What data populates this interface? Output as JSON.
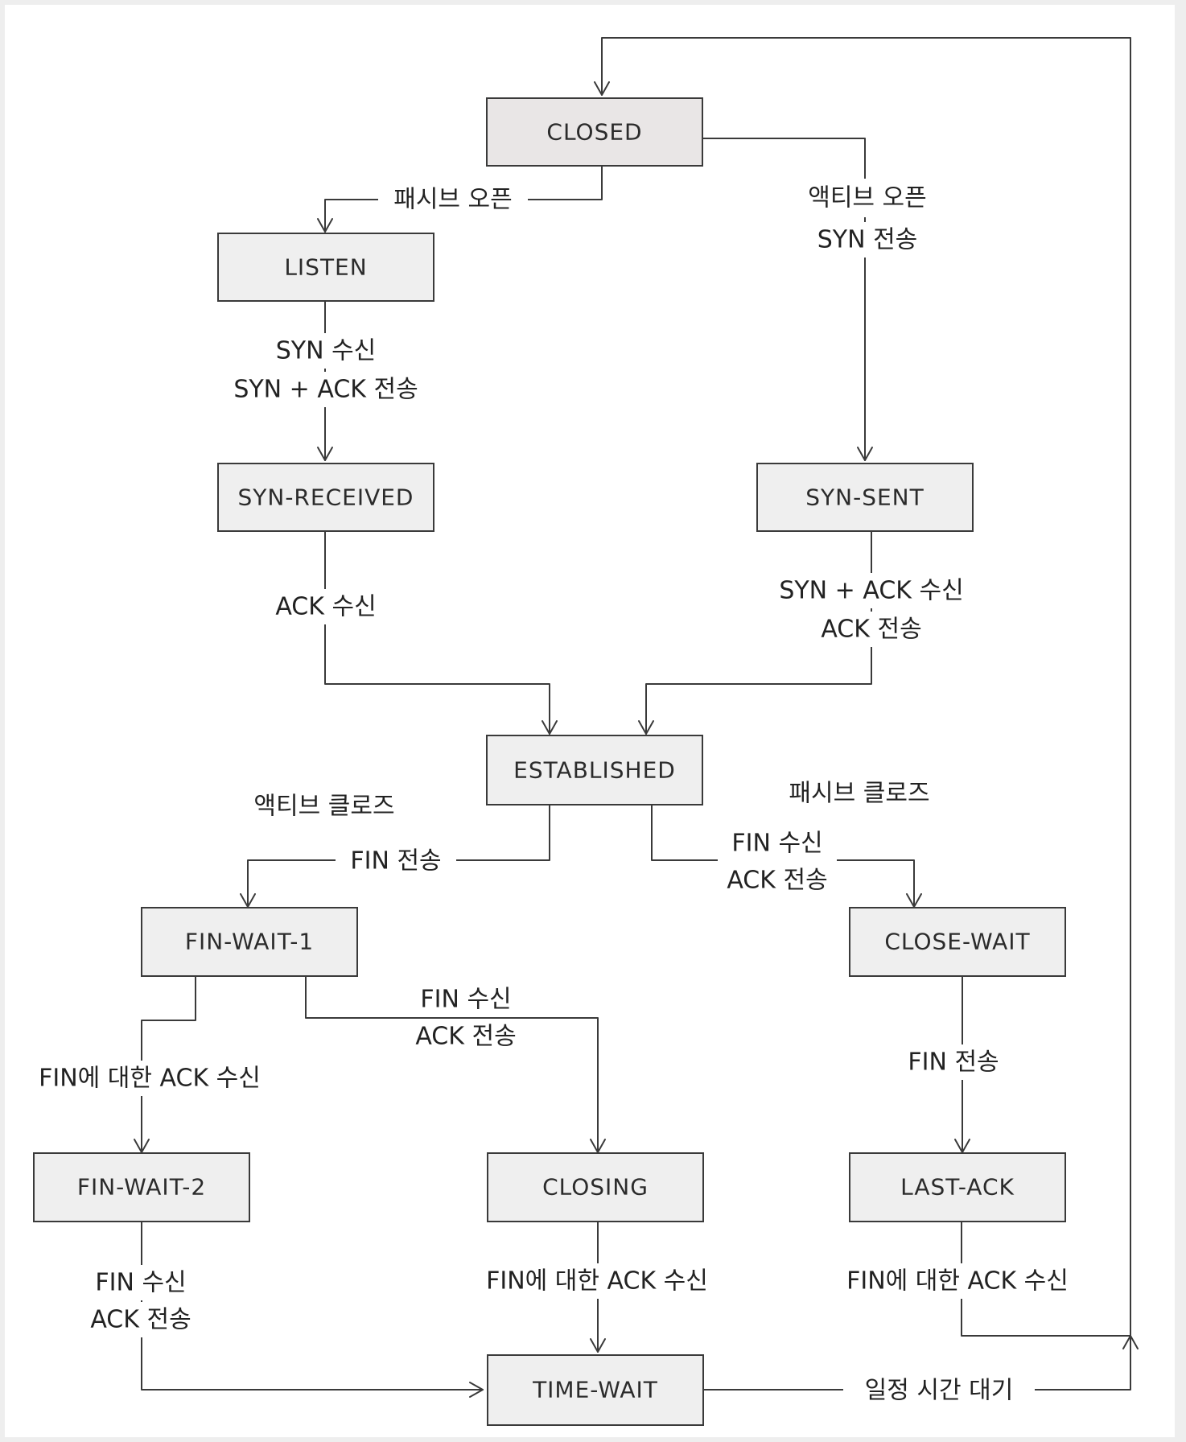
{
  "diagram": {
    "states": {
      "closed": "CLOSED",
      "listen": "LISTEN",
      "syn_received": "SYN-RECEIVED",
      "syn_sent": "SYN-SENT",
      "established": "ESTABLISHED",
      "fin_wait_1": "FIN-WAIT-1",
      "close_wait": "CLOSE-WAIT",
      "fin_wait_2": "FIN-WAIT-2",
      "closing": "CLOSING",
      "last_ack": "LAST-ACK",
      "time_wait": "TIME-WAIT"
    },
    "transitions": {
      "passive_open": "패시브 오픈",
      "active_open": "액티브 오픈",
      "syn_send": "SYN 전송",
      "syn_recv": "SYN 수신",
      "syn_ack_send": "SYN + ACK 전송",
      "ack_recv": "ACK 수신",
      "syn_ack_recv": "SYN + ACK 수신",
      "ack_send": "ACK 전송",
      "active_close": "액티브 클로즈",
      "fin_send_left": "FIN 전송",
      "passive_close": "패시브 클로즈",
      "fin_recv_right": "FIN 수신",
      "ack_send_right": "ACK 전송",
      "fin_recv_mid": "FIN 수신",
      "ack_send_mid": "ACK 전송",
      "fin_ack_recv_left": "FIN에 대한 ACK 수신",
      "fin_send_right": "FIN 전송",
      "fin_recv_bottom": "FIN 수신",
      "ack_send_bottom": "ACK 전송",
      "fin_ack_recv_mid": "FIN에 대한 ACK 수신",
      "fin_ack_recv_right": "FIN에 대한 ACK 수신",
      "timed_wait": "일정 시간 대기"
    }
  }
}
